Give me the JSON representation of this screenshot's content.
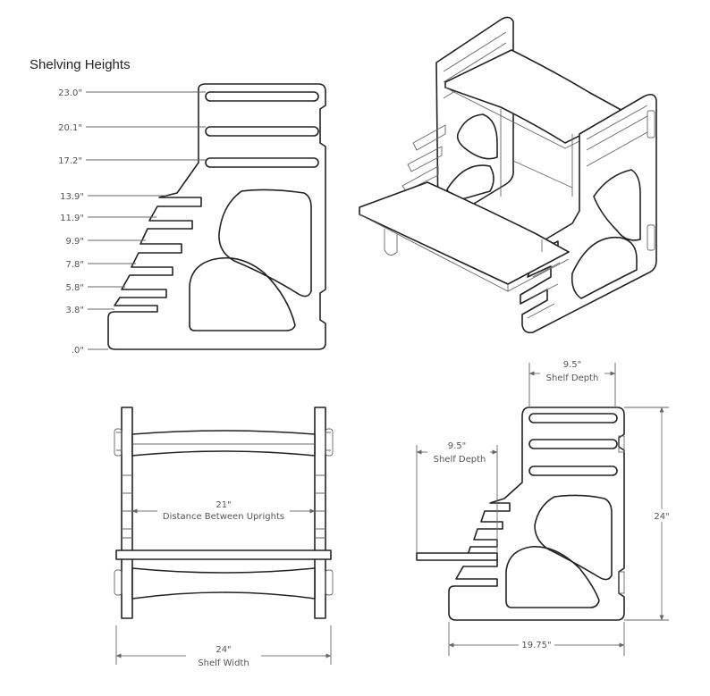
{
  "title": "Shelving Heights",
  "heights": [
    "23.0\"",
    "20.1\"",
    "17.2\"",
    "13.9\"",
    "11.9\"",
    "9.9\"",
    "7.8\"",
    "5.8\"",
    "3.8\"",
    ".0\""
  ],
  "front_view": {
    "uprights_value": "21\"",
    "uprights_label": "Distance Between Uprights",
    "width_value": "24\"",
    "width_label": "Shelf Width"
  },
  "side_view": {
    "depth_top_value": "9.5\"",
    "depth_top_label": "Shelf Depth",
    "depth_left_value": "9.5\"",
    "depth_left_label": "Shelf Depth",
    "height_value": "24\"",
    "base_value": "19.75\""
  }
}
